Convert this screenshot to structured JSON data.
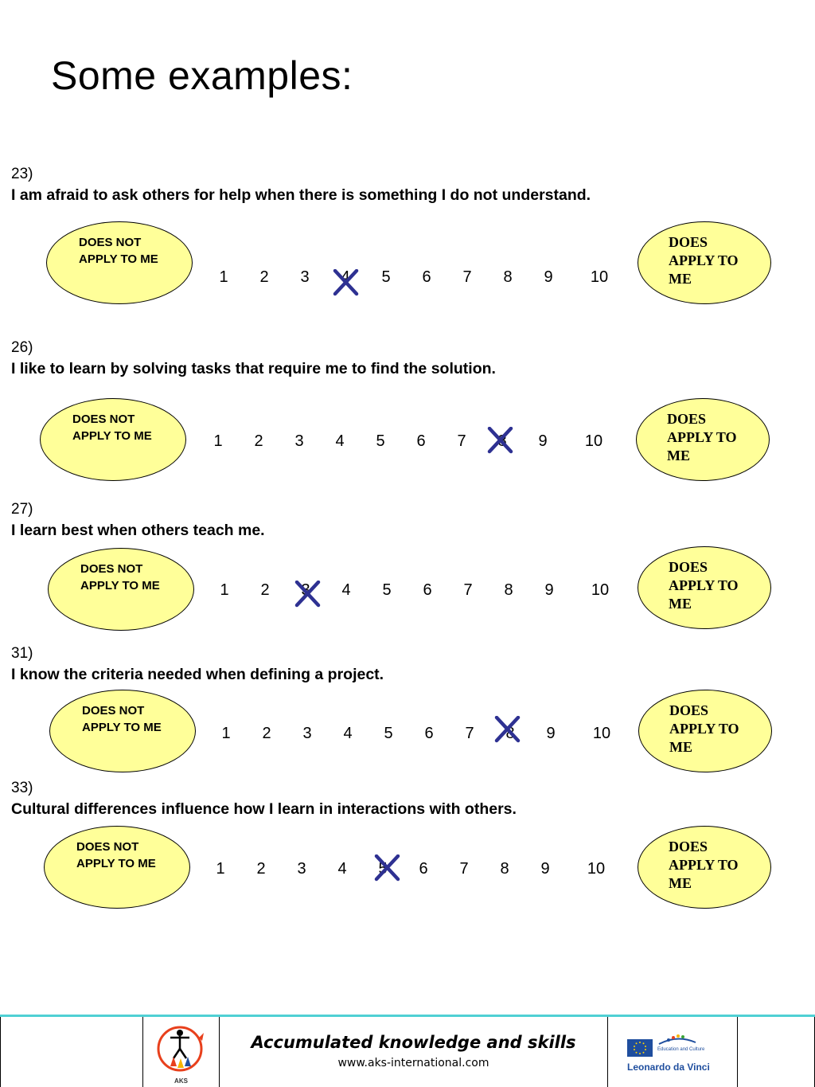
{
  "title": "Some examples:",
  "scale_numbers": [
    "1",
    "2",
    "3",
    "4",
    "5",
    "6",
    "7",
    "8",
    "9",
    "10"
  ],
  "left_label": "DOES NOT APPLY TO ME",
  "right_label": "DOES APPLY TO ME",
  "mark_color": "#2e3192",
  "oval_color": "#ffff99",
  "questions": [
    {
      "number": "23)",
      "text": "I am afraid to ask others for help when there is something I do not understand.",
      "marked": 4
    },
    {
      "number": "26)",
      "text": "I like to learn by solving tasks that require me to find the solution.",
      "marked": 8
    },
    {
      "number": "27)",
      "text": "I learn best when others teach me.",
      "marked": 3
    },
    {
      "number": "31)",
      "text": "I know the criteria needed when defining a project.",
      "marked": 8
    },
    {
      "number": "33)",
      "text": "Cultural differences influence how I learn in interactions with others.",
      "marked": 5
    }
  ],
  "footer": {
    "title": "Accumulated knowledge and skills",
    "url": "www.aks-international.com",
    "aks_logo_label": "AKS",
    "eu_caption": "Education and Culture",
    "programme": "Leonardo da Vinci"
  }
}
